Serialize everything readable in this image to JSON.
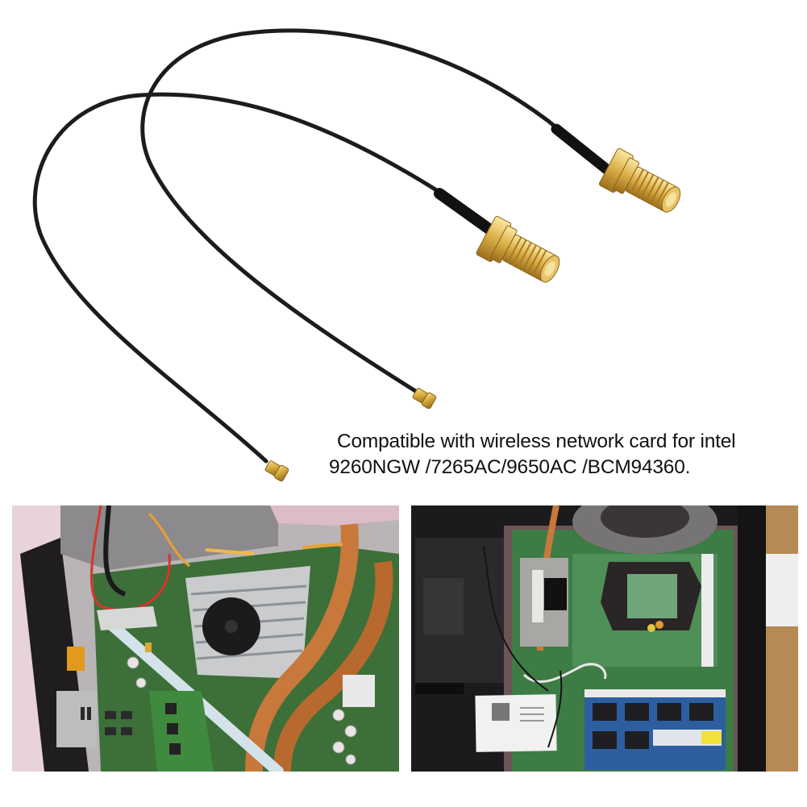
{
  "product": {
    "subject": "RP-SMA female bulkhead to U.FL/IPEX pigtail antenna cables (x2)",
    "cable_count": 2,
    "cable_color": "#1a1a1a",
    "connector_color": "#d4a93c"
  },
  "caption": {
    "line1": "Compatible with wireless network card for intel",
    "line2": "9260NGW /7265AC/9650AC /BCM94360."
  },
  "photos": [
    {
      "label": "desktop-motherboard-install",
      "description": "Open desktop PC chassis with motherboard, copper heat pipes, heatsink fan and wireless card cabling"
    },
    {
      "label": "laptop-motherboard-install",
      "description": "Open laptop base showing graphics module, mini PCIe wireless card with antenna leads, and RAM modules"
    }
  ],
  "colors": {
    "background": "#ffffff",
    "text": "#111111",
    "gold": "#d4a93c",
    "pcb_green": "#3f7a3a",
    "copper": "#c8783a"
  }
}
